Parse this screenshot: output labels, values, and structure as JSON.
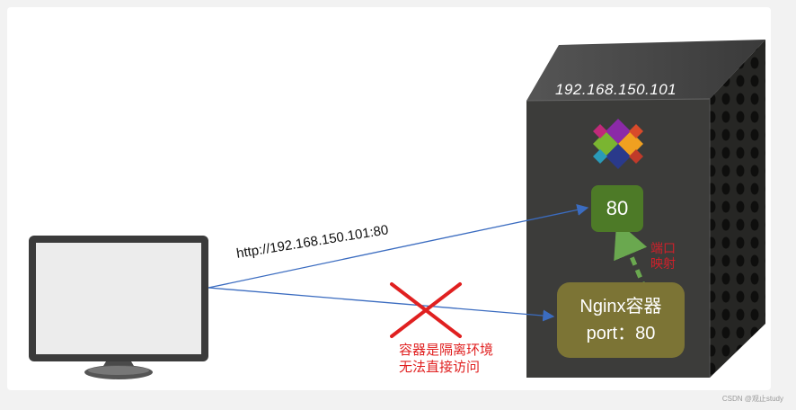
{
  "server": {
    "ip": "192.168.150.101",
    "port_label": "80",
    "mapping_label": "端口映射",
    "container": {
      "title": "Nginx容器",
      "port": "port：80"
    }
  },
  "client": {
    "url_label": "http://192.168.150.101:80"
  },
  "blocked": {
    "line1": "容器是隔离环境",
    "line2": "无法直接访问"
  },
  "footer": {
    "watermark": "CSDN @观止study"
  },
  "colors": {
    "server_face": "#3c3c3a",
    "port_box": "#4d7a27",
    "container": "#7c7435",
    "arrow": "#3b6cc0",
    "error": "#e02020",
    "mapping_arrow": "#6aa84f"
  }
}
